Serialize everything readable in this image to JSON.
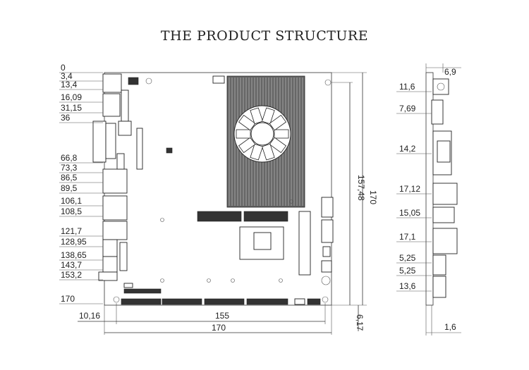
{
  "title": "THE PRODUCT STRUCTURE",
  "left_dims": [
    "0",
    "3,4",
    "13,4",
    "16,09",
    "31,15",
    "36",
    "66,8",
    "73,3",
    "86,5",
    "89,5",
    "106,1",
    "108,5",
    "121,7",
    "128,95",
    "138,65",
    "143,7",
    "153,2",
    "170"
  ],
  "bottom": {
    "offset": "10,16",
    "inner": "155",
    "width": "170"
  },
  "right": {
    "height": "170",
    "inner": "157,48",
    "offset": "6,17"
  },
  "side_dims": [
    "11,6",
    "7,69",
    "14,2",
    "17,12",
    "15,05",
    "17,1",
    "5,25",
    "5,25",
    "13,6"
  ],
  "side_top": "6,9",
  "side_bottom": "1,6"
}
